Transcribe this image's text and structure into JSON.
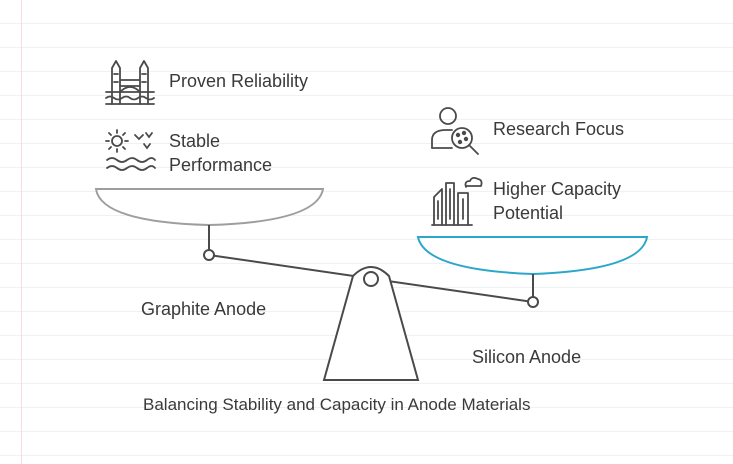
{
  "title": "Balancing Stability and Capacity in Anode Materials",
  "left_side": {
    "name": "Graphite Anode",
    "features": [
      {
        "label": "Proven Reliability",
        "icon": "bridge-icon"
      },
      {
        "label": "Stable\nPerformance",
        "icon": "sun-waves-icon"
      }
    ],
    "pan_color": "#9e9e9e"
  },
  "right_side": {
    "name": "Silicon Anode",
    "features": [
      {
        "label": "Research Focus",
        "icon": "researcher-icon"
      },
      {
        "label": "Higher Capacity\nPotential",
        "icon": "city-growth-icon"
      }
    ],
    "pan_color": "#2aa7c9"
  },
  "colors": {
    "beam": "#4a4a4a",
    "text": "#3a3a3a"
  }
}
